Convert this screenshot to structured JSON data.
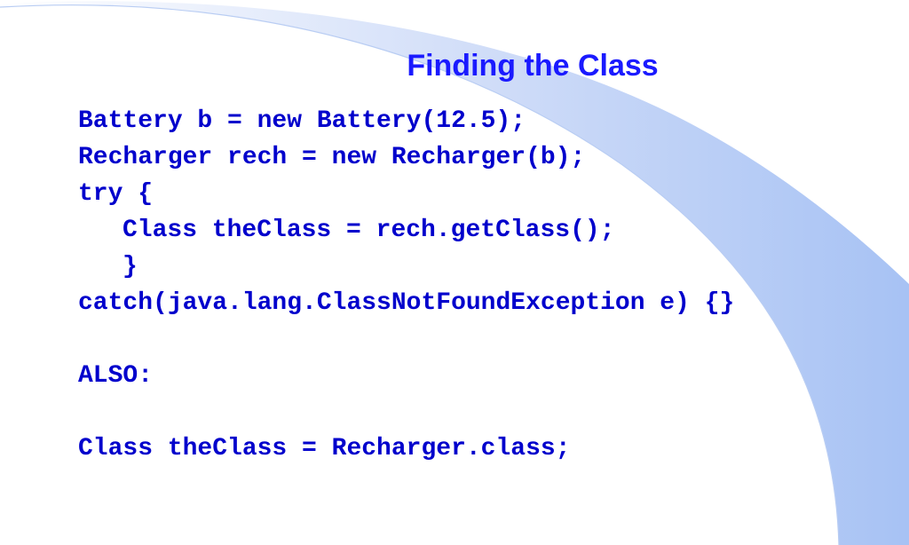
{
  "slide": {
    "title": "Finding the Class",
    "code_lines": [
      "Battery b = new Battery(12.5);",
      "Recharger rech = new Recharger(b);",
      "try {",
      "Class theClass = rech.getClass();",
      "}",
      "catch(java.lang.ClassNotFoundException e) {}",
      "ALSO:",
      "Class theClass = Recharger.class;"
    ]
  },
  "colors": {
    "title": "#1a1aff",
    "code": "#0000cc",
    "swoosh": "#a9c4f5"
  }
}
